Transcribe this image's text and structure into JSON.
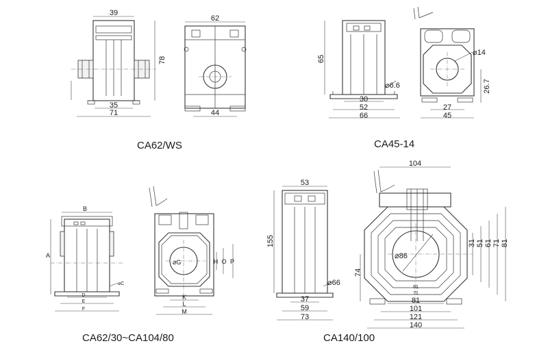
{
  "captions": {
    "ca62ws": "CA62/WS",
    "ca4514": "CA45-14",
    "ca62range": "CA62/30~CA104/80",
    "ca140": "CA140/100"
  },
  "ca62ws": {
    "side": {
      "width_top": "39",
      "height": "78",
      "base_inner": "35",
      "base_outer": "71"
    },
    "front": {
      "width_top": "62",
      "base": "44"
    }
  },
  "ca4514": {
    "side": {
      "height": "65",
      "hole": "⌀6.6",
      "d30": "30",
      "d52": "52",
      "d66": "66"
    },
    "front": {
      "bore": "⌀14",
      "d267": "26.7",
      "d27": "27",
      "d45": "45"
    }
  },
  "ca62range": {
    "side": {
      "B": "B",
      "A": "A",
      "C": "⌀C",
      "D": "D",
      "E": "E",
      "F": "F"
    },
    "front": {
      "G": "⌀G",
      "H": "H",
      "O": "O",
      "P": "P",
      "K": "K",
      "L": "L",
      "M": "M"
    }
  },
  "ca140": {
    "side": {
      "width_top": "53",
      "height": "155",
      "hole": "⌀66",
      "d37": "37",
      "d59": "59",
      "d73": "73"
    },
    "front": {
      "width_top": "104",
      "bore": "⌀86",
      "h74": "74",
      "r31": "31",
      "r51": "51",
      "r61": "61",
      "r71": "71",
      "r81": "81",
      "in61": "61",
      "in71": "71",
      "b81": "81",
      "b101": "101",
      "b121": "121",
      "b140": "140"
    }
  }
}
